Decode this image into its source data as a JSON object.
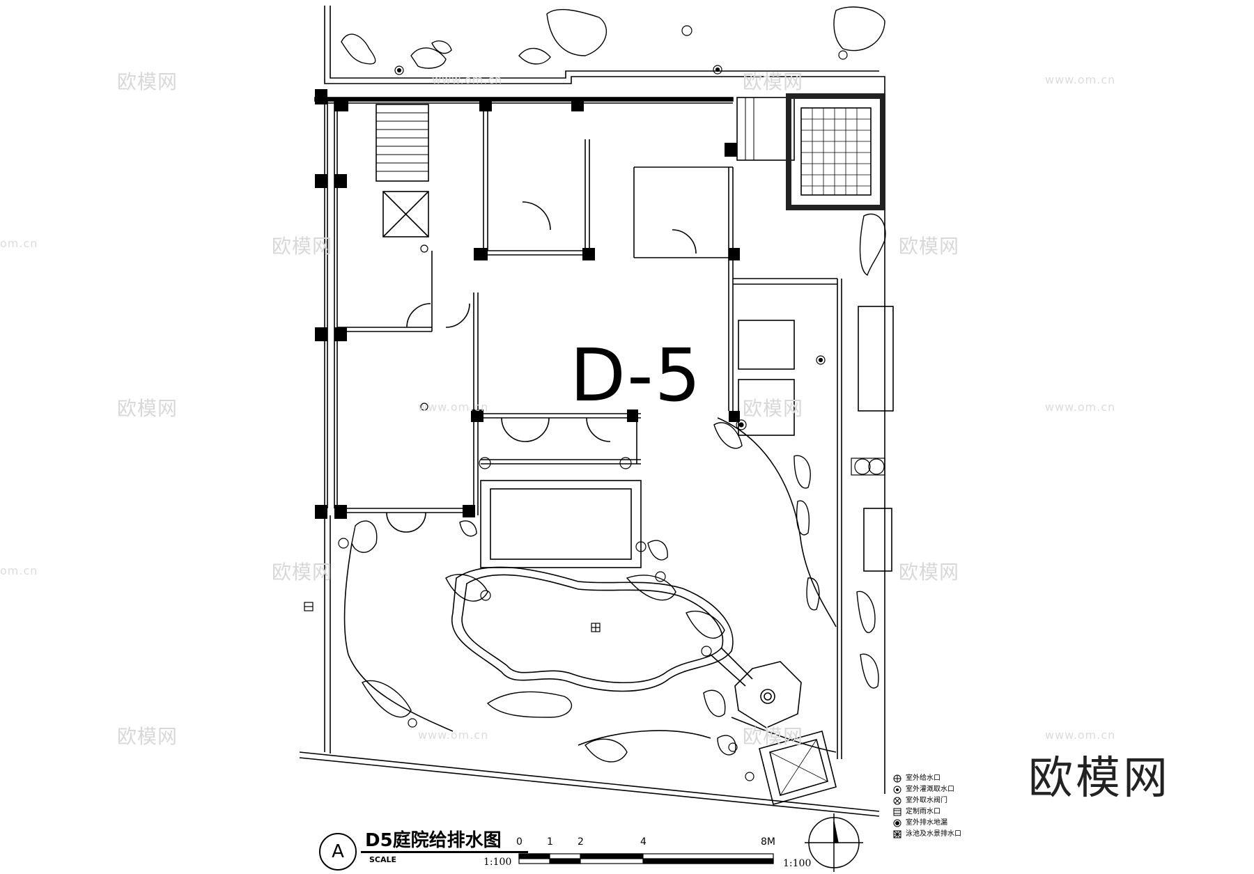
{
  "unit_label": "D-5",
  "title": {
    "marker": "A",
    "text": "D5庭院给排水图",
    "scale_label_en": "SCALE",
    "scale": "1:100"
  },
  "scale_bar": {
    "ticks": [
      "0",
      "1",
      "2",
      "4",
      "8M"
    ],
    "ratio": "1:100"
  },
  "legend": [
    {
      "icon": "water-supply-outlet-icon",
      "label": "室外给水口"
    },
    {
      "icon": "irrigation-outlet-icon",
      "label": "室外灌溉取水口"
    },
    {
      "icon": "water-valve-icon",
      "label": "室外取水阀门"
    },
    {
      "icon": "rain-outlet-icon",
      "label": "定制雨水口"
    },
    {
      "icon": "floor-drain-icon",
      "label": "室外排水地漏"
    },
    {
      "icon": "pool-drain-icon",
      "label": "泳池及水景排水口"
    }
  ],
  "watermark": {
    "brand": "欧模网",
    "url": "www.om.cn",
    "url_fragment": "om.cn"
  }
}
